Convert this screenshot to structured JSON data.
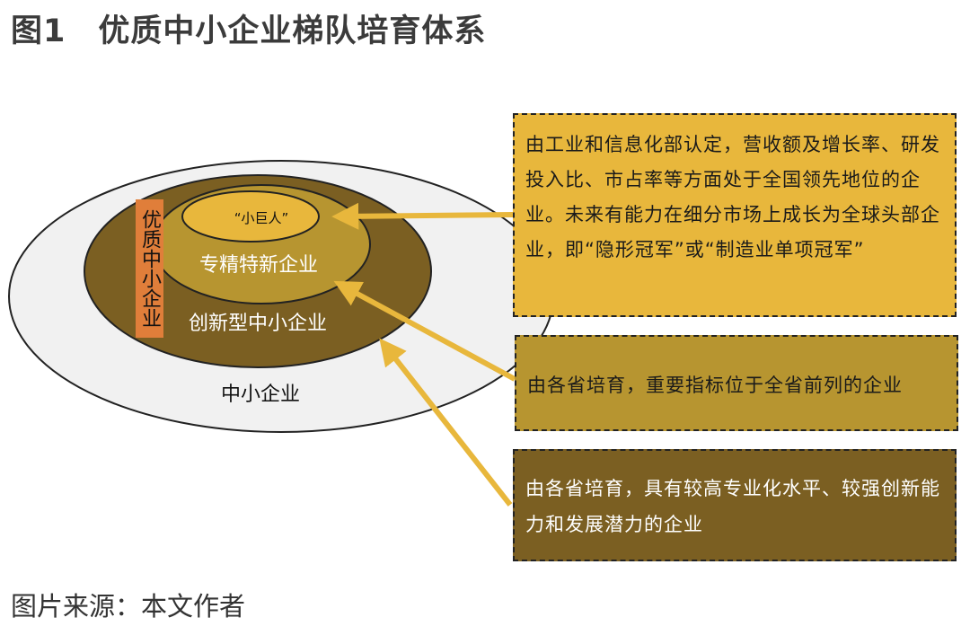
{
  "title": {
    "figure_no": "图1",
    "text": "优质中小企业梯队培育体系"
  },
  "levels": {
    "sme": "中小企业",
    "innovative": "创新型中小企业",
    "specialized": "专精特新企业",
    "giant": "“小巨人”"
  },
  "side_label": "优质中小企业",
  "descriptions": {
    "giant": "由工业和信息化部认定，营收额及增长率、研发投入比、市占率等方面处于全国领先地位的企业。未来有能力在细分市场上成长为全球头部企业，即“隐形冠军”或“制造业单项冠军”",
    "specialized": "由各省培育，重要指标位于全省前列的企业",
    "innovative": "由各省培育，具有较高专业化水平、较强创新能力和发展潜力的企业"
  },
  "source": "图片来源：本文作者",
  "colors": {
    "outer": "#f1f1f1",
    "innovative": "#7b5f22",
    "specialized": "#b79530",
    "giant": "#e8b73c",
    "side_label": "#e07e3a",
    "arrow": "#e8b73c"
  }
}
